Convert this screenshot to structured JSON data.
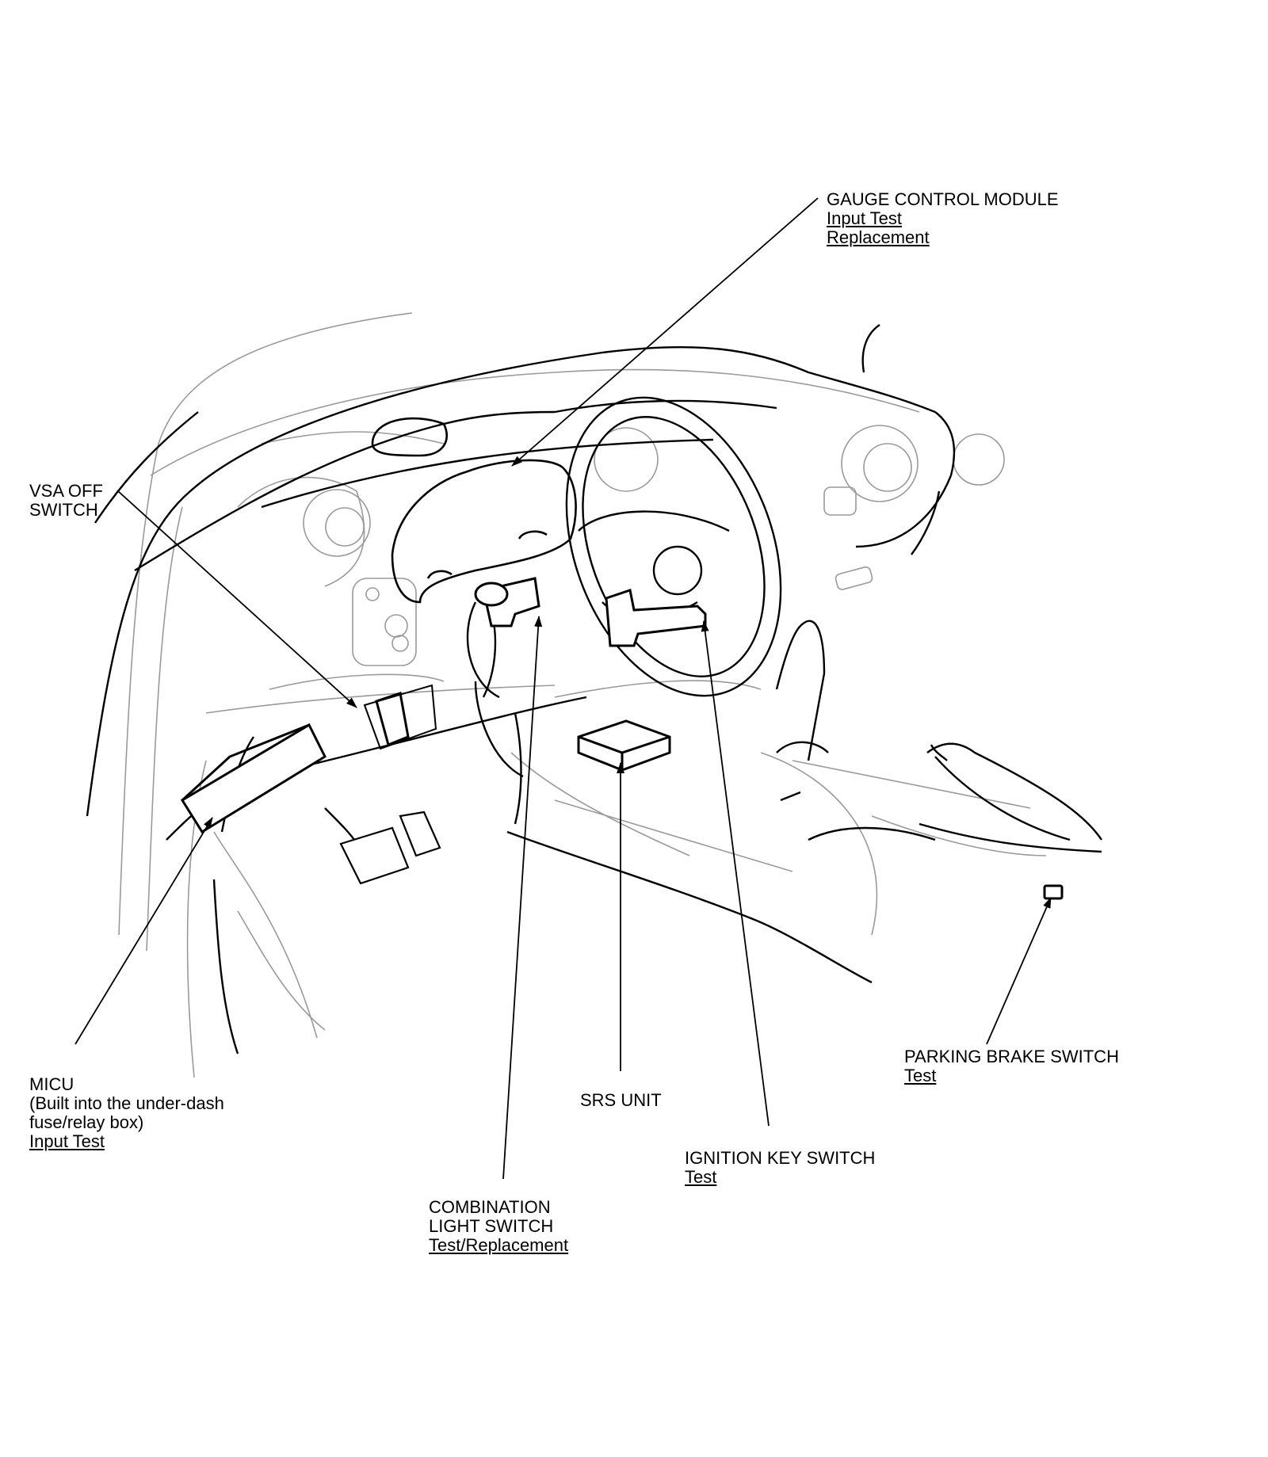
{
  "callouts": {
    "gauge_control_module": {
      "title": "GAUGE CONTROL MODULE",
      "links": [
        "Input Test",
        "Replacement"
      ]
    },
    "vsa_off_switch": {
      "title_lines": [
        "VSA OFF",
        "SWITCH"
      ]
    },
    "micu": {
      "title": "MICU",
      "note_lines": [
        "(Built into the under-dash",
        "fuse/relay box)"
      ],
      "links": [
        "Input Test"
      ]
    },
    "combination_light_switch": {
      "title_lines": [
        "COMBINATION",
        "LIGHT SWITCH"
      ],
      "links": [
        "Test/Replacement"
      ]
    },
    "srs_unit": {
      "title": "SRS UNIT"
    },
    "ignition_key_switch": {
      "title": "IGNITION KEY SWITCH",
      "links": [
        "Test"
      ]
    },
    "parking_brake_switch": {
      "title": "PARKING BRAKE SWITCH",
      "links": [
        "Test"
      ]
    }
  },
  "colors": {
    "line": "#000000",
    "sketch": "#9a9a9a",
    "background": "#ffffff"
  }
}
